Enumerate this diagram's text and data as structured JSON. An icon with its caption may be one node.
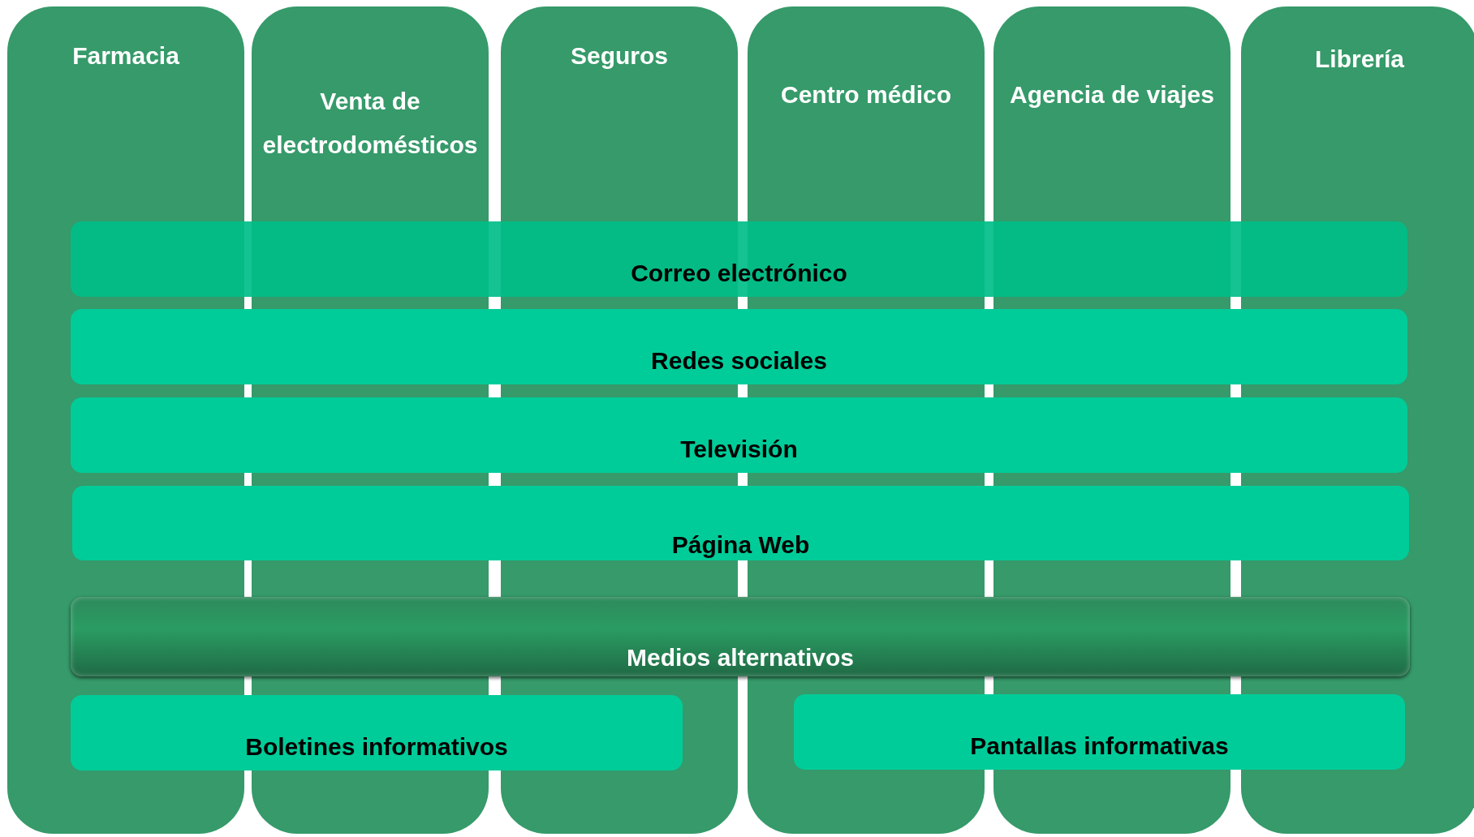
{
  "diagram": {
    "nodes": [
      {
        "text": [
          "Farmacia"
        ]
      },
      {
        "text": [
          "Venta de electrodomésticos"
        ]
      },
      {
        "text": [
          "Seguros"
        ]
      },
      {
        "text": [
          "Centro médico"
        ]
      },
      {
        "text": [
          "Agencia de viajes"
        ]
      },
      {
        "text": [
          "Librería"
        ]
      },
      {
        "text": [
          "Correo electrónico"
        ]
      },
      {
        "text": [
          "Redes sociales"
        ]
      },
      {
        "text": [
          "Televisión"
        ]
      },
      {
        "text": [
          "Página Web"
        ]
      },
      {
        "text": [
          "Medios alternativos"
        ]
      },
      {
        "text": [
          "Boletines informativos"
        ]
      },
      {
        "text": [
          "Pantallas informativas"
        ]
      }
    ]
  }
}
